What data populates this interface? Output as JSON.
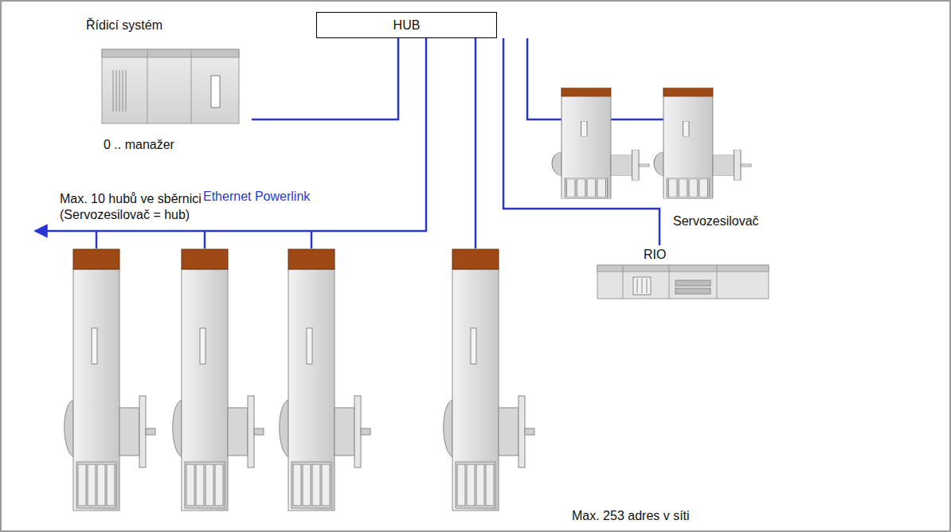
{
  "diagram": {
    "nodes": [
      {
        "text": [
          "Řídicí systém",
          "0 .. manažer"
        ]
      },
      {
        "text": [
          "HUB"
        ]
      },
      {
        "text": [
          "RIO"
        ]
      }
    ],
    "edges": [
      {
        "from": 0,
        "to": 1,
        "arrow": "none"
      },
      {
        "from": 1,
        "to": 2,
        "arrow": "none"
      }
    ],
    "labels": [
      "Ethernet Powerlink",
      "Max. 10 hubů ve sběrnici (Servozesilovač = hub)",
      "Servozesilovač",
      "Max. 253 adres v síti"
    ]
  }
}
